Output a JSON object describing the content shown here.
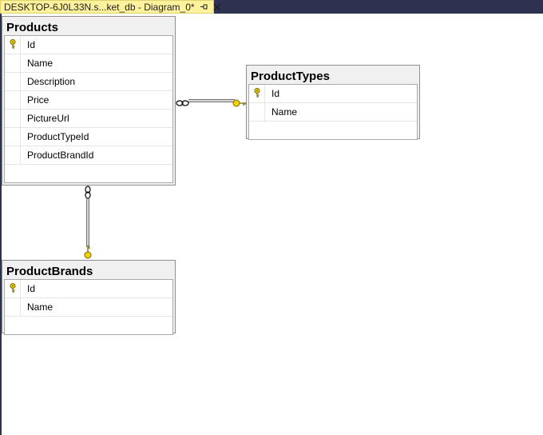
{
  "tab": {
    "title": "DESKTOP-6J0L33N.s...ket_db - Diagram_0*",
    "pin_icon": "pin-icon",
    "close_icon": "close-icon"
  },
  "colors": {
    "key": "#f2d100",
    "tab_bg": "#fff29d",
    "chrome": "#2d3250"
  },
  "tables": {
    "products": {
      "title": "Products",
      "columns": [
        "Id",
        "Name",
        "Description",
        "Price",
        "PictureUrl",
        "ProductTypeId",
        "ProductBrandId"
      ],
      "primary_key": "Id"
    },
    "product_types": {
      "title": "ProductTypes",
      "columns": [
        "Id",
        "Name"
      ],
      "primary_key": "Id"
    },
    "product_brands": {
      "title": "ProductBrands",
      "columns": [
        "Id",
        "Name"
      ],
      "primary_key": "Id"
    }
  },
  "relationships": [
    {
      "from": "Products",
      "to": "ProductTypes",
      "many_end": "infinity-icon",
      "one_end": "key-icon"
    },
    {
      "from": "Products",
      "to": "ProductBrands",
      "many_end": "infinity-icon",
      "one_end": "key-icon"
    }
  ]
}
